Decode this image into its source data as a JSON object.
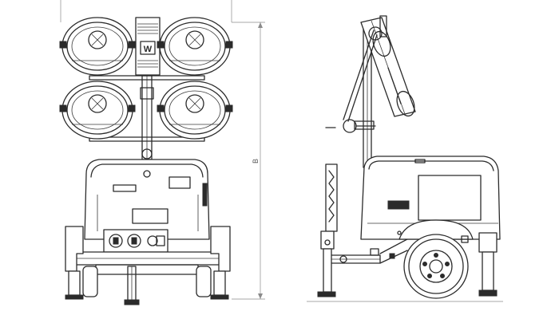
{
  "drawing": {
    "dimension_label": "B",
    "logo_text": "W",
    "line_color": "#2b2b2b",
    "background_color": "#ffffff",
    "views": [
      "front-view",
      "side-view"
    ]
  }
}
